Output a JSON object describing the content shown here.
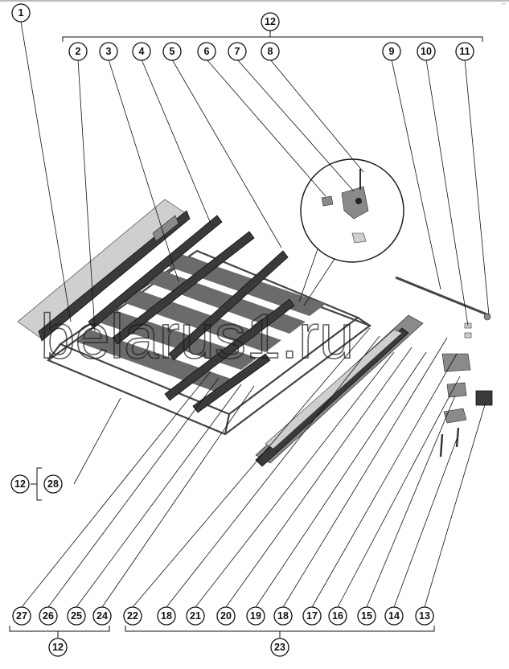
{
  "diagram": {
    "watermark": "belarus1.ru",
    "corner_mark": "--",
    "callouts_top": [
      "1",
      "2",
      "3",
      "4",
      "5",
      "6",
      "7",
      "8",
      "9",
      "10",
      "11"
    ],
    "top_group_label": "12",
    "left_group_label": "12",
    "left_group_item": "28",
    "callouts_bottom_left": [
      "27",
      "26",
      "25",
      "24"
    ],
    "bottom_left_group_label": "12",
    "callouts_bottom_right": [
      "22",
      "18",
      "21",
      "20",
      "19",
      "18",
      "17",
      "16",
      "15",
      "14",
      "13"
    ],
    "bottom_right_group_label": "23"
  }
}
